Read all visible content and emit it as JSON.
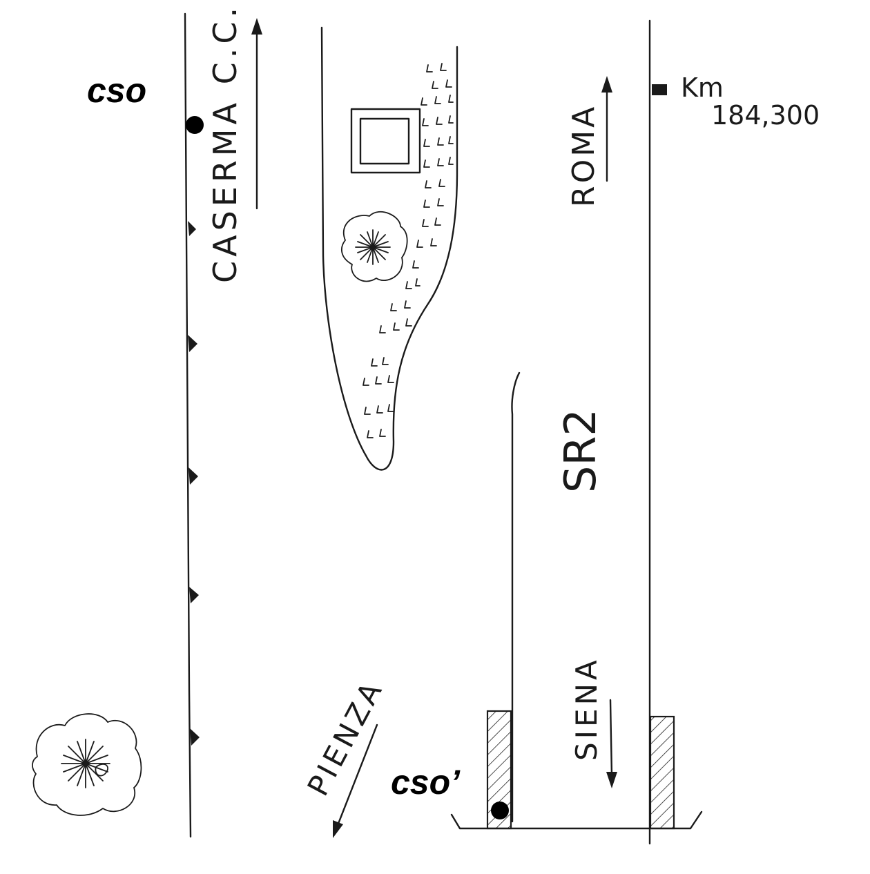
{
  "labels": {
    "cso": "cso",
    "cso_prime": "cso’",
    "caserma": "CASERMA C.C.",
    "roma": "ROMA",
    "km_unit": "Km",
    "km_value": "184,300",
    "road": "SR2",
    "siena": "SIENA",
    "pienza": "PIENZA"
  },
  "colors": {
    "ink": "#1a1a1a",
    "background": "#ffffff"
  },
  "icons": {
    "tree": "tree-icon",
    "building": "building-icon",
    "point": "point-marker-icon",
    "arrow": "direction-arrow-icon"
  }
}
